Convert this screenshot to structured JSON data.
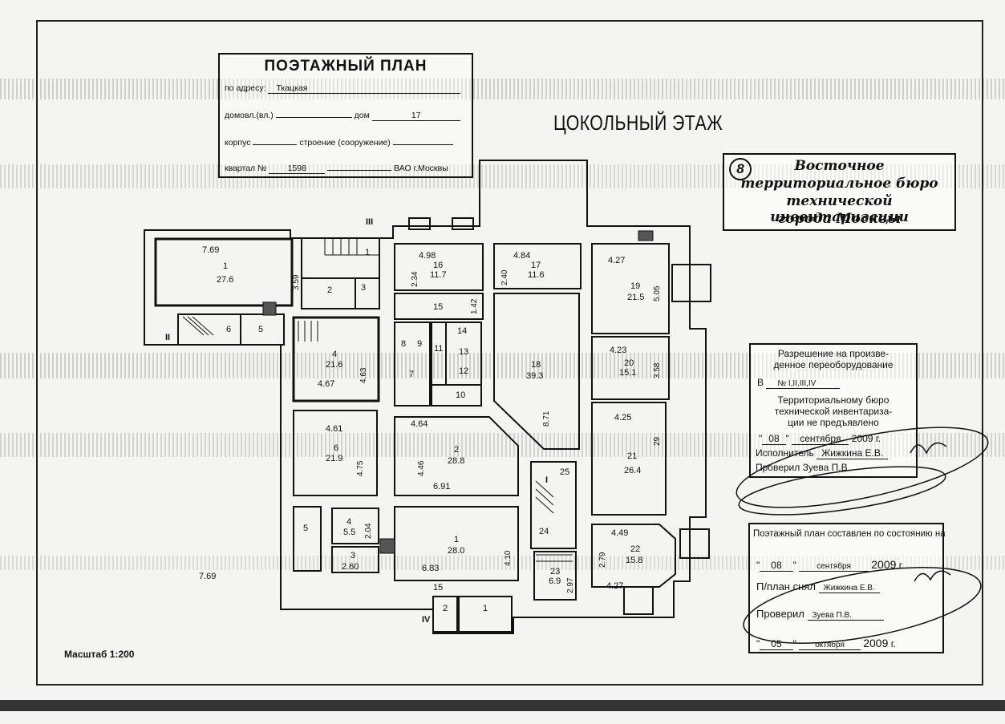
{
  "title_block": {
    "title": "ПОЭТАЖНЫЙ ПЛАН",
    "address_label": "по адресу:",
    "address_value": "Ткацкая",
    "domovl_label": "домовл.(вл.)",
    "dom_label": "дом",
    "dom_value": "17",
    "korpus_label": "корпус",
    "stroenie_label": "строение (сооружение)",
    "kvartal_label": "квартал №",
    "kvartal_value": "1598",
    "district": "ВАО г.Москвы"
  },
  "floor_title": "ЦОКОЛЬНЫЙ ЭТАЖ",
  "bureau": {
    "number": "8",
    "lines": [
      "Восточное",
      "территориальное бюро",
      "технической инвентаризации",
      "города Москвы"
    ]
  },
  "stamp_permission": {
    "line1": "Разрешение на произве-",
    "line2": "денное переоборудование",
    "kvart_prefix": "В",
    "kvart_value": "№ I,II,III,IV",
    "line3": "Территориальному бюро",
    "line4": "технической инвентаризa-",
    "line5": "ции не предъявлено",
    "day": "08",
    "month": "сентября",
    "year": "2009",
    "year_suffix": "г.",
    "executor_label": "Исполнитель",
    "executor_name": "Жижкина Е.В.",
    "checked_label": "Проверил",
    "checked_name": "Зуева П.В."
  },
  "stamp_state": {
    "line1": "Поэтажный план составлен по состоянию на",
    "day": "08",
    "month": "сентября",
    "year": "2009",
    "year_suffix": "г.",
    "taken_label": "П/план снял",
    "taken_name": "Жижкина Е.В.",
    "checked_label": "Проверил",
    "checked_name": "Зуева П.В.",
    "day2": "05",
    "month2": "октября",
    "year2": "2009",
    "year2_suffix": "г."
  },
  "scale": "Масштаб 1:200",
  "section_marks": [
    "II",
    "III",
    "IV",
    "I"
  ],
  "rooms": [
    {
      "id": "r1a",
      "n": "1",
      "area": "27.6",
      "dims": [
        "7.69",
        "3.59"
      ]
    },
    {
      "id": "r1b",
      "n": "1"
    },
    {
      "id": "r2a",
      "n": "2"
    },
    {
      "id": "r3a",
      "n": "3"
    },
    {
      "id": "r6a",
      "n": "6"
    },
    {
      "id": "r5a",
      "n": "5"
    },
    {
      "id": "r4",
      "n": "4",
      "area": "21.6",
      "dims": [
        "4.63",
        "4.67"
      ]
    },
    {
      "id": "r16",
      "n": "16",
      "area": "11.7",
      "dims": [
        "4.98",
        "2.34"
      ]
    },
    {
      "id": "r15",
      "n": "15",
      "dims": [
        "1.42"
      ]
    },
    {
      "id": "r17",
      "n": "17",
      "area": "11.6",
      "dims": [
        "4.84",
        "2.40"
      ]
    },
    {
      "id": "r19",
      "n": "19",
      "area": "21.5",
      "dims": [
        "4.27",
        "5.05"
      ]
    },
    {
      "id": "r8",
      "n": "8"
    },
    {
      "id": "r9",
      "n": "9"
    },
    {
      "id": "r11",
      "n": "11"
    },
    {
      "id": "r14",
      "n": "14"
    },
    {
      "id": "r13",
      "n": "13"
    },
    {
      "id": "r12",
      "n": "12"
    },
    {
      "id": "r7",
      "n": "7"
    },
    {
      "id": "r10",
      "n": "10"
    },
    {
      "id": "r18",
      "n": "18",
      "area": "39.3",
      "dims": [
        "8.71"
      ]
    },
    {
      "id": "r20",
      "n": "20",
      "area": "15.1",
      "dims": [
        "4.23",
        "3.58"
      ]
    },
    {
      "id": "r6b",
      "n": "6",
      "area": "21.9",
      "dims": [
        "4.61",
        "4.75"
      ]
    },
    {
      "id": "r2b",
      "n": "2",
      "area": "28.8",
      "dims": [
        "4.64",
        "4.46",
        "6.91"
      ]
    },
    {
      "id": "r21",
      "n": "21",
      "area": "26.4",
      "dims": [
        "4.25",
        "29"
      ]
    },
    {
      "id": "r25",
      "n": "25"
    },
    {
      "id": "r5b",
      "n": "5"
    },
    {
      "id": "r4b",
      "n": "4",
      "area": "5.5",
      "dims": [
        "2.04"
      ]
    },
    {
      "id": "r3b",
      "n": "3",
      "dims": [
        "2.60"
      ]
    },
    {
      "id": "r1c",
      "n": "1",
      "area": "28.0",
      "dims": [
        "6.83",
        "4.10"
      ]
    },
    {
      "id": "r24",
      "n": "24"
    },
    {
      "id": "r23",
      "n": "23",
      "area": "6.9",
      "dims": [
        "2.97"
      ]
    },
    {
      "id": "r22",
      "n": "22",
      "area": "15.8",
      "dims": [
        "4.49",
        "2.79"
      ]
    },
    {
      "id": "r2c",
      "n": "2"
    },
    {
      "id": "r1d",
      "n": "1"
    }
  ],
  "extra_dims": [
    "7.69",
    "15",
    "4.27"
  ]
}
